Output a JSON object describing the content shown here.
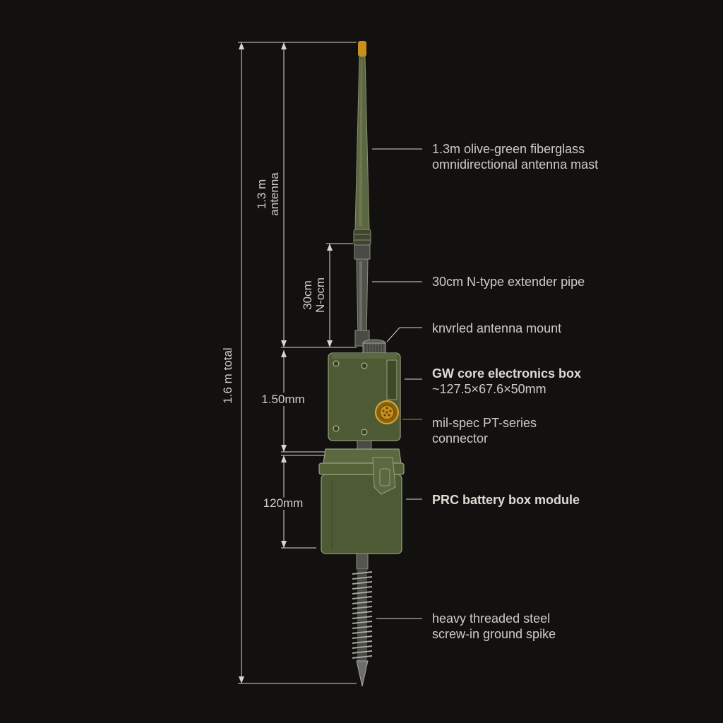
{
  "colors": {
    "background": "#121110",
    "text": "#cfccc4",
    "line": "#d8d5cc",
    "olive": "#4d5a33",
    "olive_light": "#6d7a4a",
    "olive_dark": "#2f3820",
    "brass": "#c9901a",
    "steel": "#6e6e6a"
  },
  "labels": {
    "antenna_mast": [
      "1.3m olive-green fiberglass",
      "omnidirectional antenna mast"
    ],
    "extender_pipe": [
      "30cm N-type extender pipe"
    ],
    "antenna_mount": [
      "knvrled antenna mount"
    ],
    "electronics_box_title": "GW core electronics box",
    "electronics_box_size": "~127.5×67.6×50mm",
    "connector": [
      "mil-spec PT-series",
      "connector"
    ],
    "battery_box": "PRC battery box module",
    "ground_spike": [
      "heavy threaded steel",
      "screw-in ground spike"
    ]
  },
  "dimensions": {
    "total": "1.6 m total",
    "antenna": [
      "1.3 m",
      "antenna"
    ],
    "extender": [
      "30cm",
      "N-ocm"
    ],
    "electronics_box": "1.50mm",
    "battery_box": "120mm"
  }
}
